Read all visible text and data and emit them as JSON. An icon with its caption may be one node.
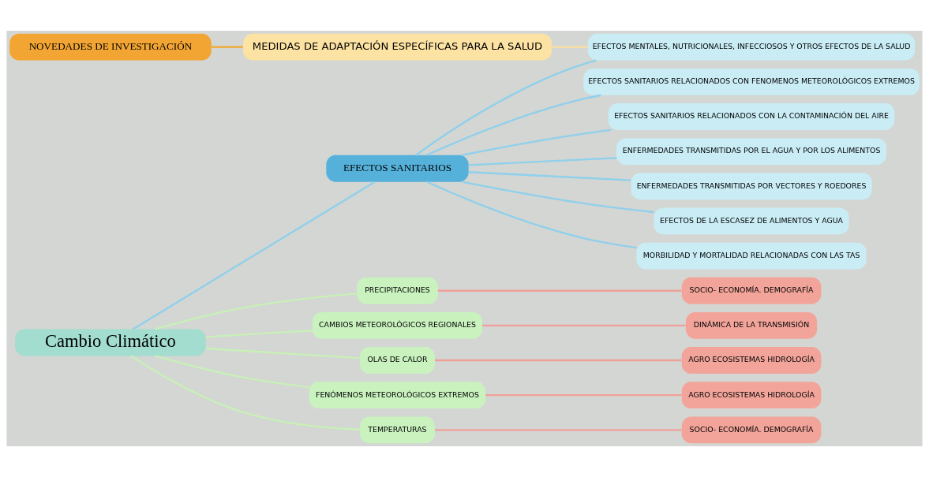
{
  "diagram": {
    "nodes": [
      {
        "text": [
          "Cambio Climático"
        ]
      },
      {
        "text": [
          "EFECTOS SANITARIOS"
        ]
      },
      {
        "text": [
          "MORBILIDAD Y MORTALIDAD RELACIONADAS CON LAS TAS"
        ]
      },
      {
        "text": [
          "EFECTOS SANITARIOS RELACIONADOS CON FENOMENOS METEOROLÓGICOS EXTREMOS"
        ]
      },
      {
        "text": [
          "EFECTOS SANITARIOS RELACIONADOS CON LA CONTAMINACIÓN DEL AIRE"
        ]
      },
      {
        "text": [
          "ENFERMEDADES TRANSMITIDAS POR EL AGUA Y POR LOS ALIMENTOS"
        ]
      },
      {
        "text": [
          "ENFERMEDADES TRANSMITIDAS POR VECTORES Y ROEDORES"
        ]
      },
      {
        "text": [
          "EFECTOS DE LA ESCASEZ DE ALIMENTOS Y AGUA"
        ]
      },
      {
        "text": [
          "EFECTOS MENTALES, NUTRICIONALES, INFECCIOSOS Y OTROS EFECTOS DE LA SALUD"
        ]
      },
      {
        "text": [
          "CAMBIOS METEOROLÓGICOS REGIONALES"
        ]
      },
      {
        "text": [
          "DINÁMICA DE LA TRANSMISIÓN"
        ]
      },
      {
        "text": [
          "OLAS DE CALOR"
        ]
      },
      {
        "text": [
          "AGRO ECOSISTEMAS HIDROLOGÍA"
        ]
      },
      {
        "text": [
          "FENÓMENOS METEOROLÓGICOS EXTREMOS"
        ]
      },
      {
        "text": [
          "AGRO ECOSISTEMAS HIDROLOGÍA"
        ]
      },
      {
        "text": [
          "TEMPERATURAS"
        ]
      },
      {
        "text": [
          "SOCIO- ECONOMÍA. DEMOGRAFÍA"
        ]
      },
      {
        "text": [
          "PRECIPITACIONES"
        ]
      },
      {
        "text": [
          "SOCIO- ECONOMÍA. DEMOGRAFÍA"
        ]
      },
      {
        "text": [
          "NOVEDADES DE INVESTIGACIÓN"
        ]
      },
      {
        "text": [
          "MEDIDAS DE ADAPTACIÓN ESPECÍFICAS PARA LA SALUD"
        ]
      }
    ],
    "edges": [
      {
        "from": 0,
        "to": 1,
        "arrow": "none"
      },
      {
        "from": 1,
        "to": 2,
        "arrow": "none"
      },
      {
        "from": 1,
        "to": 3,
        "arrow": "none"
      },
      {
        "from": 1,
        "to": 4,
        "arrow": "none"
      },
      {
        "from": 1,
        "to": 5,
        "arrow": "none"
      },
      {
        "from": 1,
        "to": 6,
        "arrow": "none"
      },
      {
        "from": 1,
        "to": 7,
        "arrow": "none"
      },
      {
        "from": 1,
        "to": 8,
        "arrow": "none"
      },
      {
        "from": 0,
        "to": 9,
        "arrow": "none",
        "color": "#c8f0b8"
      },
      {
        "from": 0,
        "to": 11,
        "arrow": "none",
        "color": "#c8f0b8"
      },
      {
        "from": 0,
        "to": 13,
        "arrow": "none",
        "color": "#c8f0b8"
      },
      {
        "from": 0,
        "to": 15,
        "arrow": "none",
        "color": "#c8f0b8"
      },
      {
        "from": 0,
        "to": 17,
        "arrow": "none",
        "color": "#c8f0b8"
      },
      {
        "from": 9,
        "to": 10,
        "arrow": "none",
        "color": "#f0a098"
      },
      {
        "from": 11,
        "to": 12,
        "arrow": "none",
        "color": "#f0a098"
      },
      {
        "from": 13,
        "to": 14,
        "arrow": "none",
        "color": "#f0a098"
      },
      {
        "from": 15,
        "to": 16,
        "arrow": "none",
        "color": "#f0a098"
      },
      {
        "from": 17,
        "to": 18,
        "arrow": "none",
        "color": "#f0a098"
      },
      {
        "from": 19,
        "to": 20,
        "arrow": "none",
        "color": "#f0a830"
      },
      {
        "from": 20,
        "to": 8,
        "arrow": "none",
        "color": "#fbe0a0"
      }
    ]
  }
}
